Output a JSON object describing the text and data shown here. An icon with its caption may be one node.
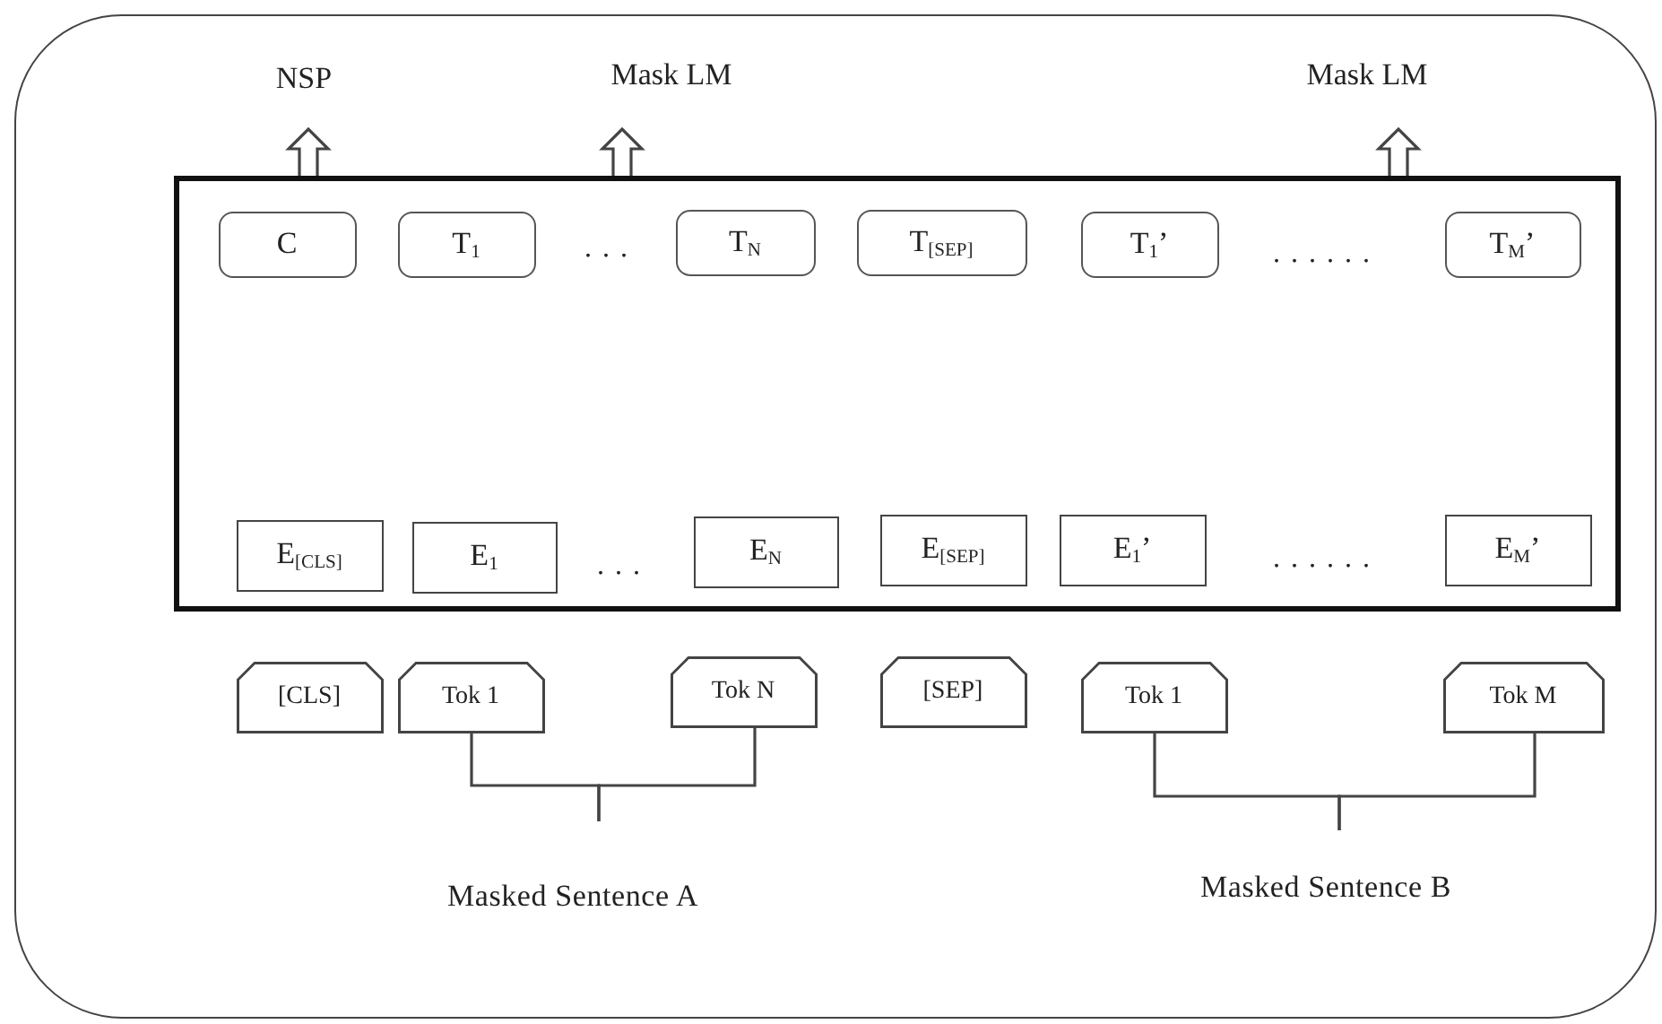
{
  "diagram": {
    "nodes": [
      {
        "text": [],
        "shape": "box"
      },
      {
        "text": [],
        "shape": "box",
        "in": 0
      },
      {
        "text": [
          "C"
        ],
        "in": 1
      },
      {
        "text": [
          "T$_{1}$"
        ],
        "in": 1
      },
      {
        "text": [
          "T$_{N}$"
        ],
        "in": 1
      },
      {
        "text": [
          "T$_{[SEP]}$"
        ],
        "in": 1
      },
      {
        "text": [
          "T$_{1}$’"
        ],
        "in": 1
      },
      {
        "text": [
          "T$_{M}$’"
        ],
        "in": 1
      },
      {
        "text": [
          "E$_{[CLS]}$"
        ],
        "in": 1
      },
      {
        "text": [
          "E$_{1}$"
        ],
        "in": 1
      },
      {
        "text": [
          "E$_{N}$"
        ],
        "in": 1
      },
      {
        "text": [
          "E$_{[SEP]}$"
        ],
        "in": 1
      },
      {
        "text": [
          "E$_{1}$’"
        ],
        "in": 1
      },
      {
        "text": [
          "E$_{M}$’"
        ],
        "in": 1
      },
      {
        "text": [
          "[CLS]"
        ],
        "in": 0
      },
      {
        "text": [
          "Tok 1"
        ],
        "in": 0
      },
      {
        "text": [
          "Tok N"
        ],
        "in": 0
      },
      {
        "text": [
          "[SEP]"
        ],
        "in": 0
      },
      {
        "text": [
          "Tok 1"
        ],
        "in": 0
      },
      {
        "text": [
          "Tok M"
        ],
        "in": 0
      },
      {
        "text": [
          "NSP"
        ],
        "in": 0
      },
      {
        "text": [
          "Mask LM"
        ],
        "in": 0
      },
      {
        "text": [
          "Mask LM"
        ],
        "in": 0
      },
      {
        "text": [
          "Masked Sentence A"
        ],
        "in": 0
      },
      {
        "text": [
          "Masked Sentence B"
        ],
        "in": 0
      }
    ],
    "edges": [
      {
        "from": 1,
        "to": 20,
        "arrow": "to"
      },
      {
        "from": 1,
        "to": 21,
        "arrow": "to"
      },
      {
        "from": 1,
        "to": 22,
        "arrow": "to"
      },
      {
        "from": 15,
        "to": 23,
        "arrow": "none"
      },
      {
        "from": 16,
        "to": 23,
        "arrow": "none"
      },
      {
        "from": 18,
        "to": 24,
        "arrow": "none"
      },
      {
        "from": 19,
        "to": 24,
        "arrow": "none"
      }
    ],
    "labels": [
      ". . .",
      ". . . . . .",
      ". . .",
      ". . . . . ."
    ]
  }
}
